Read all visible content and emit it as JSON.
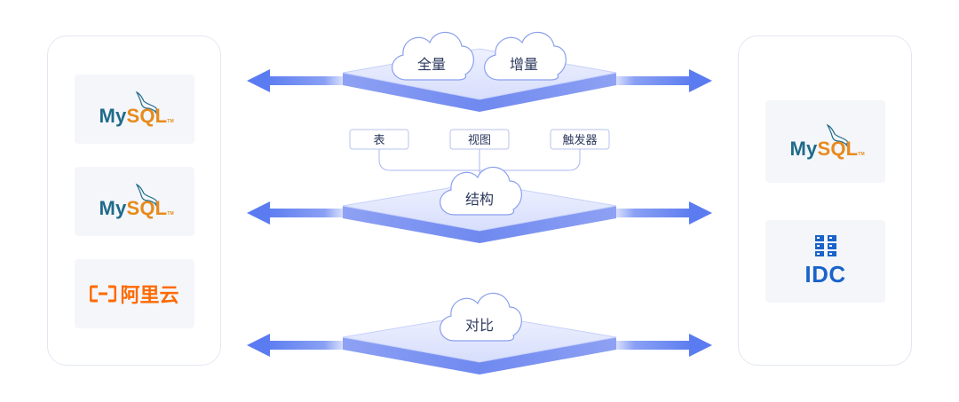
{
  "source": {
    "items": [
      {
        "type": "mysql",
        "name_my": "My",
        "name_sql": "SQL",
        "tm": "TM"
      },
      {
        "type": "mysql",
        "name_my": "My",
        "name_sql": "SQL",
        "tm": "TM"
      },
      {
        "type": "aliyun",
        "bracket": "[-]",
        "name": "阿里云"
      }
    ]
  },
  "target": {
    "items": [
      {
        "type": "mysql",
        "name_my": "My",
        "name_sql": "SQL",
        "tm": "TM"
      },
      {
        "type": "idc",
        "name": "IDC"
      }
    ]
  },
  "flows": {
    "sync": {
      "full": "全量",
      "incremental": "增量"
    },
    "structure": {
      "label": "结构",
      "objects": [
        "表",
        "视图",
        "触发器"
      ]
    },
    "compare": {
      "label": "对比"
    }
  },
  "colors": {
    "arrow": "#5b7cf0",
    "plate_top": "#dfe5fd",
    "plate_edge": "#7b93f2",
    "cloud_fill": "#ffffff",
    "cloud_stroke": "#8aa0ee",
    "mysql_blue": "#1f6b8a",
    "mysql_orange": "#e88a1b",
    "aliyun_orange": "#ff6a00",
    "idc_blue": "#1a63c9"
  }
}
